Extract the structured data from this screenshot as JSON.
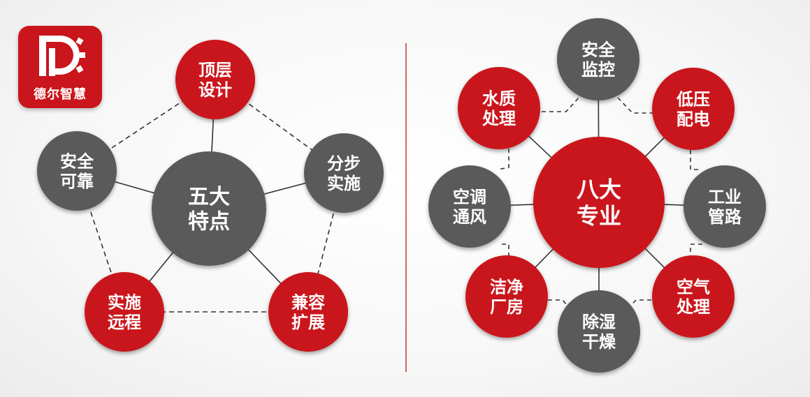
{
  "logo": {
    "text": "德尔智慧"
  },
  "left": {
    "center": [
      "五大",
      "特点"
    ],
    "nodes": [
      [
        "顶层",
        "设计"
      ],
      [
        "分步",
        "实施"
      ],
      [
        "兼容",
        "扩展"
      ],
      [
        "实施",
        "远程"
      ],
      [
        "安全",
        "可靠"
      ]
    ]
  },
  "right": {
    "center": [
      "八大",
      "专业"
    ],
    "nodes": [
      [
        "安全",
        "监控"
      ],
      [
        "低压",
        "配电"
      ],
      [
        "工业",
        "管路"
      ],
      [
        "空气",
        "处理"
      ],
      [
        "除湿",
        "干燥"
      ],
      [
        "洁净",
        "厂房"
      ],
      [
        "空调",
        "通风"
      ],
      [
        "水质",
        "处理"
      ]
    ]
  },
  "colors": {
    "red": "#c9151b",
    "gray": "#5a5a5a",
    "divider": "#c0392b"
  }
}
